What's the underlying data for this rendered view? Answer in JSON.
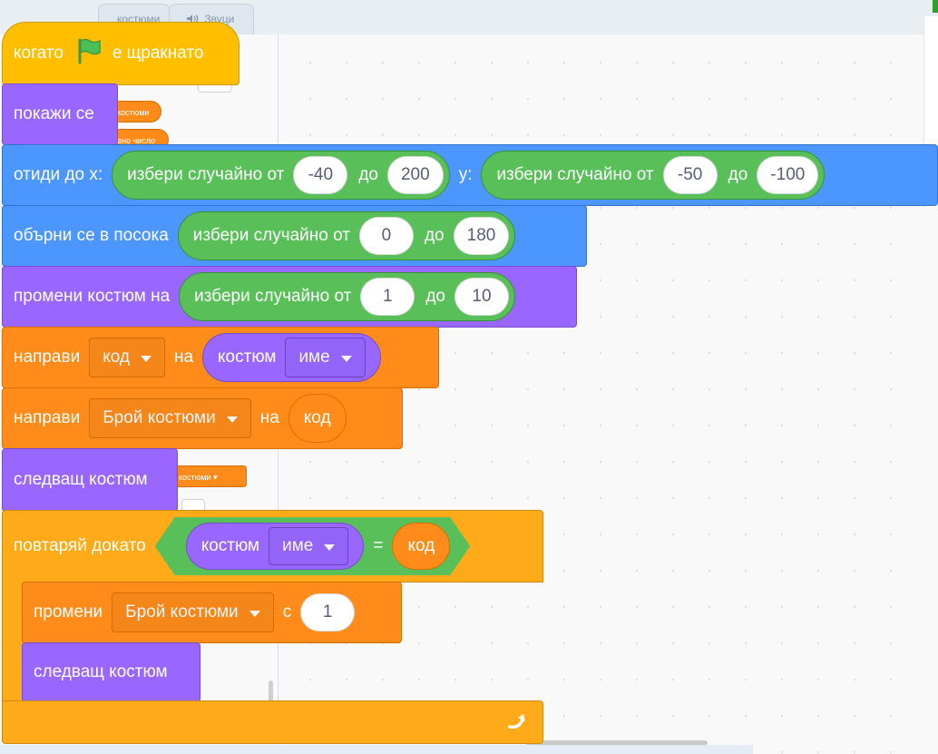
{
  "tabs": {
    "costumes": "костюми",
    "sounds": "Звуци"
  },
  "palette": {
    "blocks": [
      "костюми",
      "ено число",
      "костюми"
    ]
  },
  "script": {
    "when_flag": {
      "pre": "когато",
      "post": "е щракнато"
    },
    "show": "покажи се",
    "goto": {
      "label_x": "отиди до x:",
      "pick1": {
        "label": "избери случайно от",
        "from": "-40",
        "to_label": "до",
        "to": "200"
      },
      "label_y": "y:",
      "pick2": {
        "label": "избери случайно от",
        "from": "-50",
        "to_label": "до",
        "to": "-100"
      }
    },
    "point": {
      "label": "обърни се в посока",
      "pick": {
        "label": "избери случайно от",
        "from": "0",
        "to_label": "до",
        "to": "180"
      }
    },
    "switch_costume": {
      "label": "промени костюм на",
      "pick": {
        "label": "избери случайно от",
        "from": "1",
        "to_label": "до",
        "to": "10"
      }
    },
    "set1": {
      "label": "направи",
      "var": "код",
      "on": "на",
      "rep_label": "костюм",
      "rep_dd": "име"
    },
    "set2": {
      "label": "направи",
      "var": "Брой костюми",
      "on": "на",
      "value": "код"
    },
    "next1": "следващ костюм",
    "repeat_until": {
      "label": "повтаряй докато",
      "rep_label": "костюм",
      "rep_dd": "име",
      "eq": "=",
      "value": "код"
    },
    "change": {
      "label": "промени",
      "var": "Брой костюми",
      "by": "с",
      "value": "1"
    },
    "next2": "следващ костюм"
  },
  "colors": {
    "events": "#ffbf00",
    "looks": "#9966ff",
    "motion": "#4c97ff",
    "variables": "#ff8c1a",
    "control": "#ffab19",
    "operators": "#59c059"
  }
}
